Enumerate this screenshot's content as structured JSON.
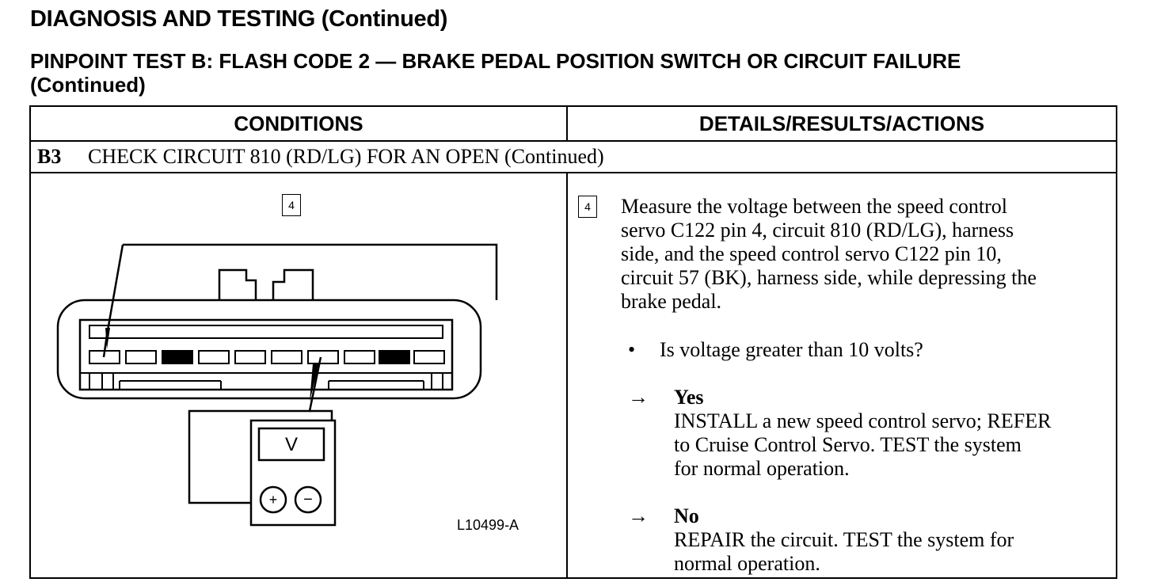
{
  "heading": "DIAGNOSIS AND TESTING (Continued)",
  "subheading": "PINPOINT TEST B: FLASH CODE 2 — BRAKE PEDAL POSITION SWITCH OR CIRCUIT FAILURE (Continued)",
  "table": {
    "col_conditions": "CONDITIONS",
    "col_details": "DETAILS/RESULTS/ACTIONS",
    "step_id": "B3",
    "step_title": "CHECK CIRCUIT 810 (RD/LG) FOR AN OPEN (Continued)"
  },
  "diagram": {
    "step_badge": "4",
    "meter_display": "V",
    "plus_symbol": "+",
    "minus_symbol": "−",
    "figure_id": "L10499-A"
  },
  "details": {
    "step_badge": "4",
    "instruction": [
      "Measure the voltage between the speed control",
      "servo C122 pin 4, circuit 810 (RD/LG), harness",
      "side, and the speed control servo C122 pin 10,",
      "circuit 57 (BK), harness side, while depressing the",
      "brake pedal."
    ],
    "bullet": "•",
    "question": "Is voltage greater than 10 volts?",
    "arrow": "→",
    "yes_label": "Yes",
    "yes_action": [
      "INSTALL a new speed control servo; REFER",
      "to Cruise Control Servo. TEST the system",
      "for normal operation."
    ],
    "no_label": "No",
    "no_action": [
      "REPAIR the circuit. TEST the system for",
      "normal operation."
    ]
  }
}
